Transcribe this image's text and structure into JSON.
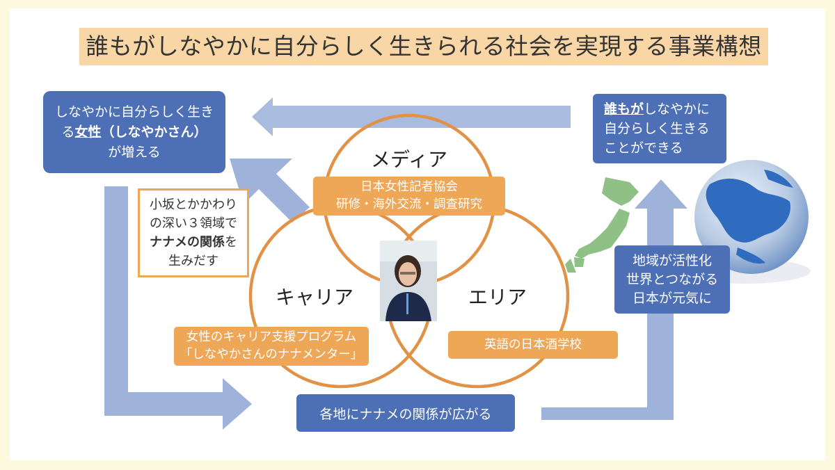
{
  "title": "誰もがしなやかに自分らしく生きられる社会を実現する事業構想",
  "top_left_box": {
    "line1": "しなやかに自分らしく生き",
    "line2_pre": "る",
    "line2_bold": "女性",
    "line2_mid": "（しなやかさん）",
    "line3": "が増える"
  },
  "top_right_box": {
    "bold": "誰もが",
    "line1_rest": "しなやかに",
    "line2": "自分らしく生きる",
    "line3": "ことができる"
  },
  "note_box": {
    "line1": "小坂とかかわり",
    "line2": "の深い３領域で",
    "line3_bold": "ナナメの関係",
    "line3_rest": "を",
    "line4": "生みだす"
  },
  "circles": {
    "media": "メディア",
    "career": "キャリア",
    "area": "エリア"
  },
  "media_box": {
    "line1": "日本女性記者協会",
    "line2": "研修・海外交流・調査研究"
  },
  "career_box": {
    "line1": "女性のキャリア支援プログラム",
    "line2": "「しなやかさんのナナメンター」"
  },
  "area_box": {
    "line1": "英語の日本酒学校"
  },
  "bottom_box": {
    "label": "各地にナナメの関係が広がる"
  },
  "right_box": {
    "line1": "地域が活性化",
    "line2": "世界とつながる",
    "line3": "日本が元気に"
  },
  "colors": {
    "blue_box": "#4d6fb5",
    "arrow": "#9fb3da",
    "orange": "#eea657",
    "circle_stroke": "#e29246",
    "title_bg": "#f9d6a6"
  }
}
